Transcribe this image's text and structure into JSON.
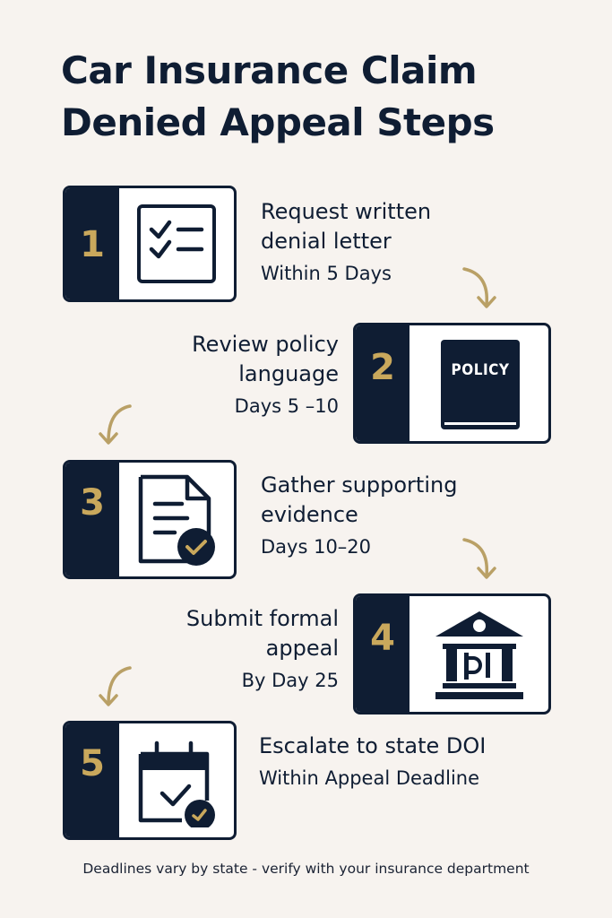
{
  "title": {
    "line1": "Car Insurance Claim",
    "line2": "Denied Appeal Steps"
  },
  "colors": {
    "background": "#f7f3ef",
    "navy": "#0f1d33",
    "gold": "#c9a85c",
    "card_fill": "#ffffff"
  },
  "steps": [
    {
      "number": "1",
      "label_line1": "Request written",
      "label_line2": "denial letter",
      "timing": "Within 5 Days",
      "icon": "checklist-icon"
    },
    {
      "number": "2",
      "label_line1": "Review policy",
      "label_line2": "language",
      "timing": "Days 5 –10",
      "icon": "policy-book-icon",
      "icon_text": "POLICY"
    },
    {
      "number": "3",
      "label_line1": "Gather supporting",
      "label_line2": "evidence",
      "timing": "Days 10–20",
      "icon": "document-check-icon"
    },
    {
      "number": "4",
      "label_line1": "Submit formal",
      "label_line2": "appeal",
      "timing": "By Day 25",
      "icon": "courthouse-icon"
    },
    {
      "number": "5",
      "label_line1": "Escalate to state DOI",
      "label_line2": "",
      "timing": "Within Appeal Deadline",
      "icon": "calendar-check-icon"
    }
  ],
  "footer": "Deadlines vary by state - verify with your insurance department"
}
